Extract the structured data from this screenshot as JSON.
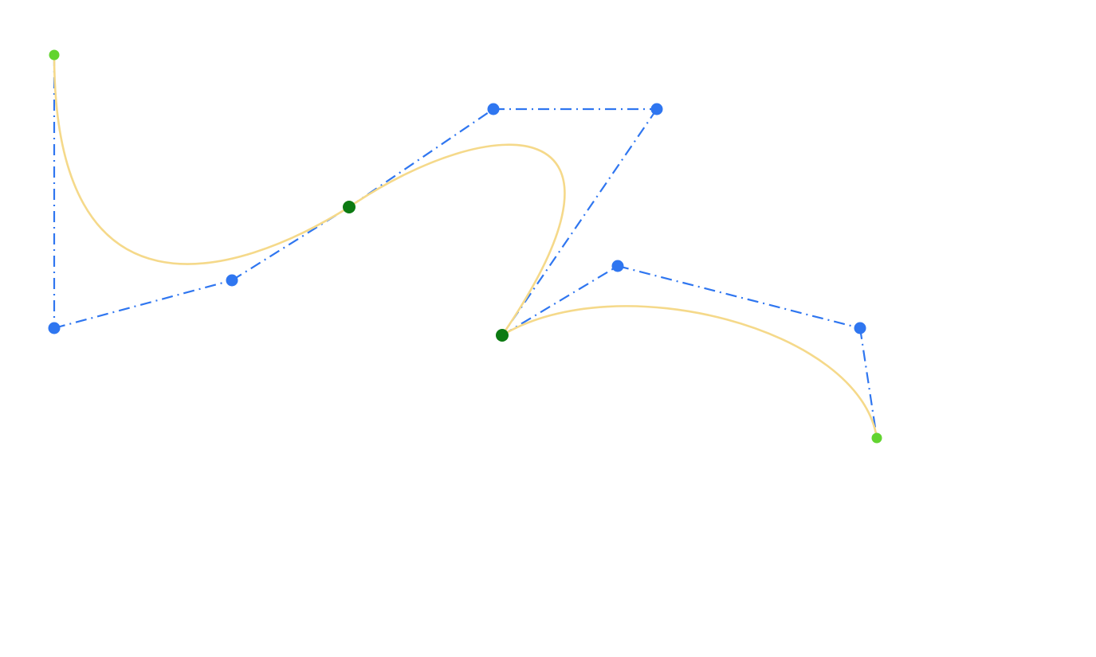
{
  "colors": {
    "background": "#ffffff",
    "curve": "#f5d98a",
    "control_polygon": "#2f76f0",
    "control_point": "#2f76f0",
    "endpoint": "#62d42f",
    "junction_point": "#0c7a12"
  },
  "segments": [
    {
      "name": "segment-1",
      "p0": "P0",
      "p1": "P1",
      "p2": "P2",
      "p3": "P3"
    },
    {
      "name": "segment-2",
      "p0": "P3",
      "p1": "P4",
      "p2": "P5",
      "p3": "P6"
    },
    {
      "name": "segment-3",
      "p0": "P6",
      "p1": "P7",
      "p2": "P8",
      "p3": "P9"
    }
  ],
  "points": [
    {
      "id": "P0",
      "role": "endpoint"
    },
    {
      "id": "P1",
      "role": "control"
    },
    {
      "id": "P2",
      "role": "control"
    },
    {
      "id": "P3",
      "role": "junction"
    },
    {
      "id": "P4",
      "role": "control"
    },
    {
      "id": "P5",
      "role": "control"
    },
    {
      "id": "P6",
      "role": "junction"
    },
    {
      "id": "P7",
      "role": "control"
    },
    {
      "id": "P8",
      "role": "control"
    },
    {
      "id": "P9",
      "role": "endpoint"
    }
  ]
}
